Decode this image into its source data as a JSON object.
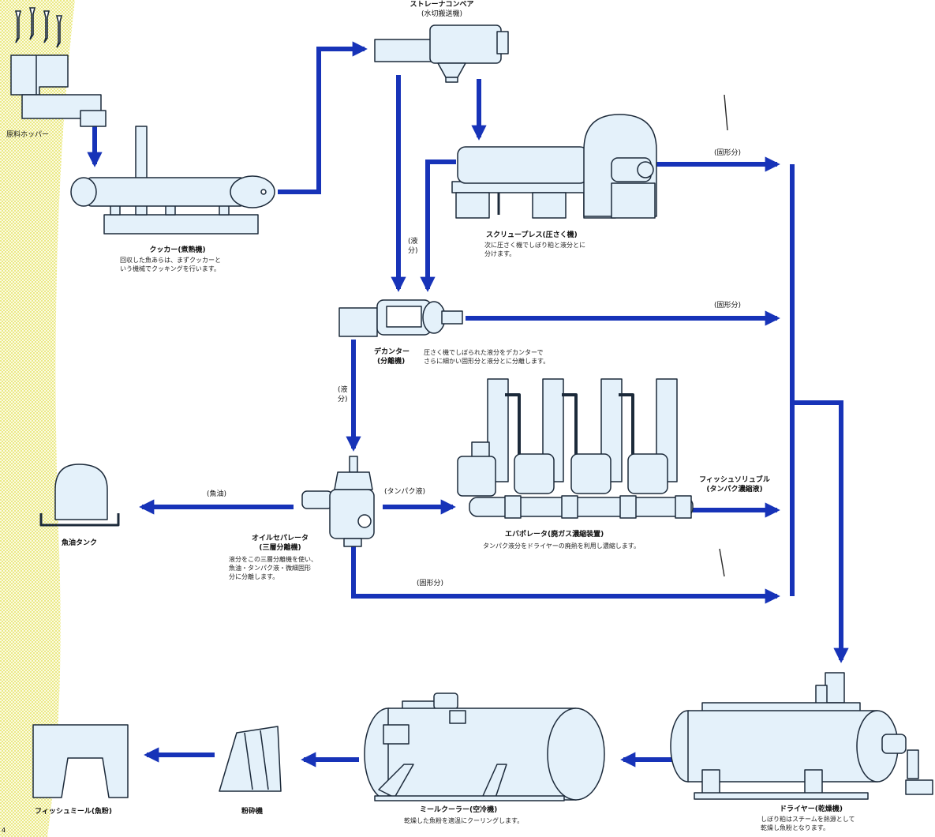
{
  "colors": {
    "flow": "#1733b8",
    "equipment_fill": "#e4f1fa",
    "equipment_stroke": "#1c2a3a",
    "background_pattern": "#f0ef8a"
  },
  "page_number": "4",
  "machines": {
    "hopper": {
      "name": "原料ホッパー"
    },
    "strainer_conveyor": {
      "name": "ストレーナコンベア",
      "sub": "(水切搬送機)"
    },
    "cooker": {
      "name": "クッカー(煮熟機)",
      "desc": [
        "回収した魚あらは、まずクッカーと",
        "いう機械でクッキングを行います。"
      ]
    },
    "screw_press": {
      "name": "スクリュープレス(圧さく機)",
      "desc": [
        "次に圧さく機でしぼり粕と液分とに",
        "分けます。"
      ]
    },
    "decanter": {
      "name": "デカンター",
      "sub": "(分離機)",
      "desc": [
        "圧さく機でしぼられた液分をデカンターで",
        "さらに細かい固形分と液分とに分離します。"
      ]
    },
    "evaporator": {
      "name": "エバポレータ(廃ガス濃縮装置)",
      "desc": [
        "タンパク液分をドライヤーの廃熱を利用し濃縮します。"
      ]
    },
    "oil_separator": {
      "name": "オイルセパレータ",
      "sub": "(三層分離機)",
      "desc": [
        "液分をこの三層分離機を使い、",
        "魚油・タンパク液・微細固形",
        "分に分離します。"
      ]
    },
    "oil_tank": {
      "name": "魚油タンク"
    },
    "dryer": {
      "name": "ドライヤー(乾燥機)",
      "desc": [
        "しぼり粕はスチームを熱源として",
        "乾燥し魚粉となります。"
      ]
    },
    "meal_cooler": {
      "name": "ミールクーラー(空冷機)",
      "desc": [
        "乾燥した魚粉を適温にクーリングします。"
      ]
    },
    "grinder": {
      "name": "粉砕機"
    },
    "fishmeal": {
      "name": "フィッシュミール(魚粉)"
    }
  },
  "flow_labels": {
    "solid_press": "(固形分)",
    "solid_decanter": "(固形分)",
    "solid_separator": "(固形分)",
    "liquid_press": "(液分)",
    "liquid_decanter": "(液分)",
    "fish_oil": "(魚油)",
    "protein_liquid": "(タンパク液)",
    "fish_soluble": "フィッシュソリュブル",
    "fish_soluble_sub": "(タンパク濃縮液)"
  }
}
